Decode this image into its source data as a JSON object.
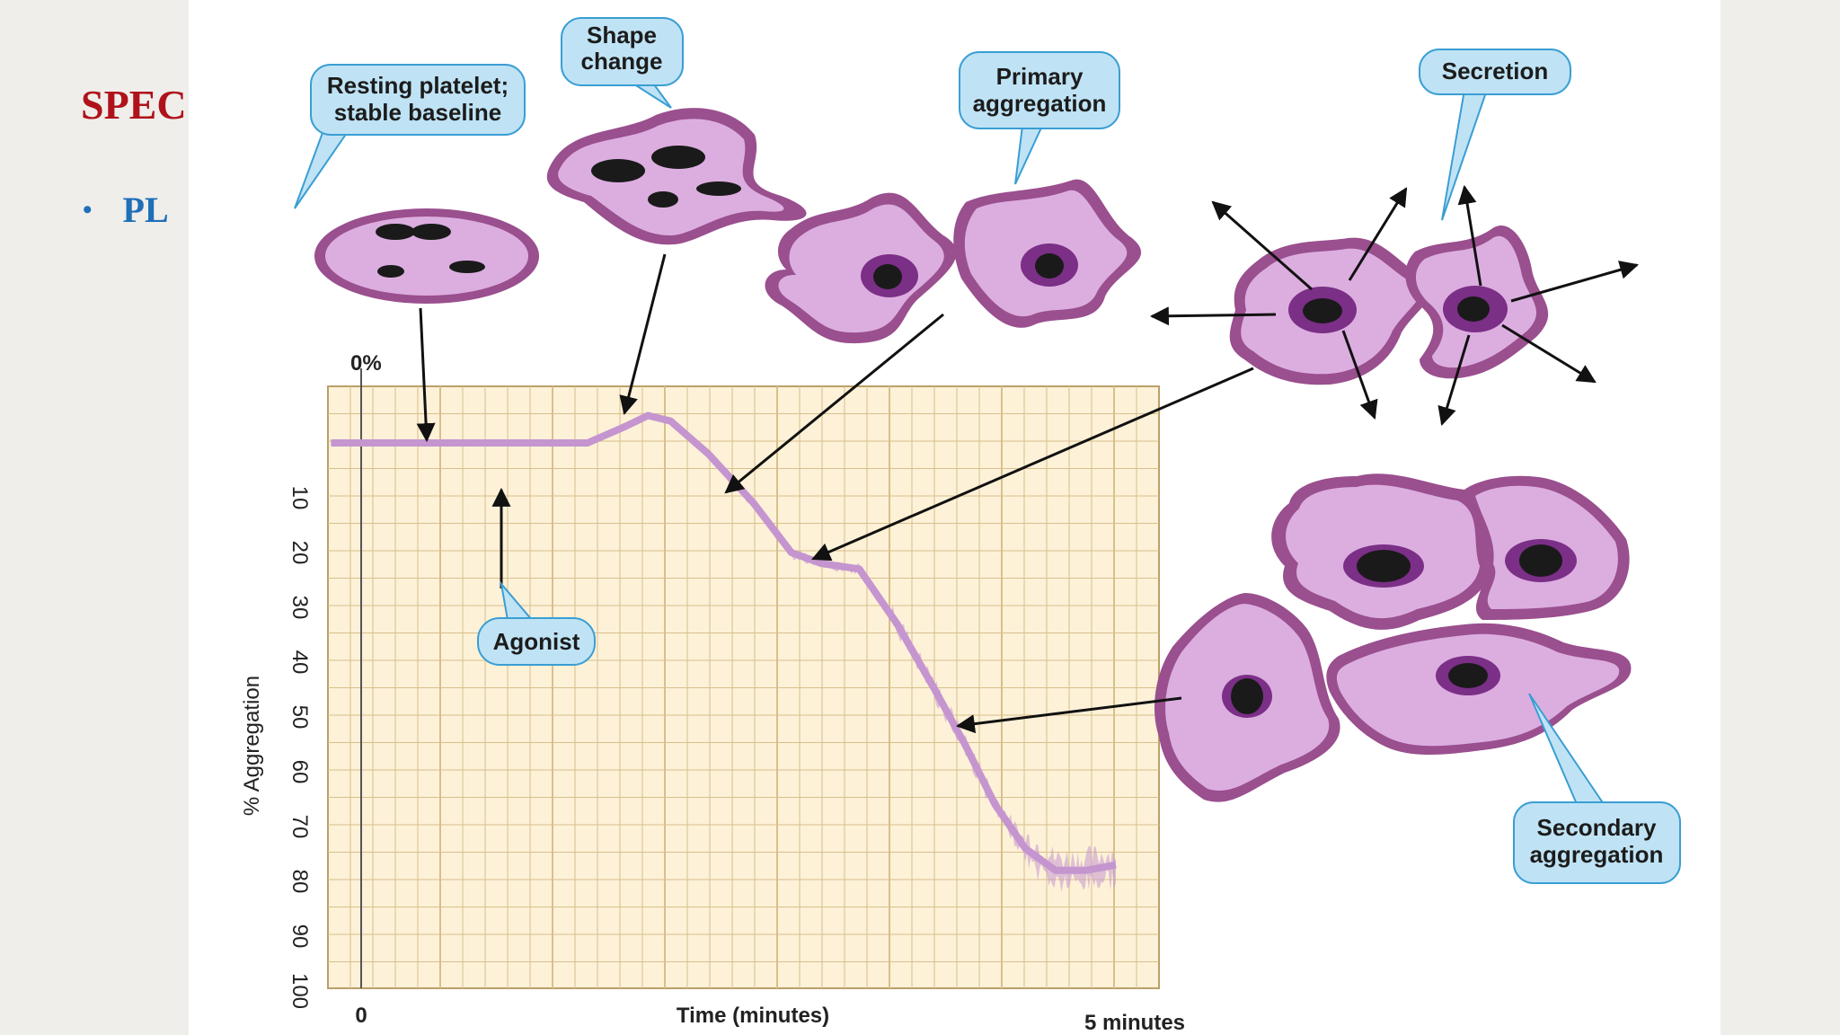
{
  "slide": {
    "title": "SPEC",
    "bullet": "PL"
  },
  "figure": {
    "callouts": {
      "resting": [
        "Resting platelet;",
        "stable baseline"
      ],
      "shape_change": [
        "Shape",
        "change"
      ],
      "primary": [
        "Primary",
        "aggregation"
      ],
      "secretion": [
        "Secretion"
      ],
      "agonist": [
        "Agonist"
      ],
      "secondary": [
        "Secondary",
        "aggregation"
      ]
    },
    "axis": {
      "top_label": "0%",
      "y_label": "% Aggregation",
      "x_label": "Time (minutes)",
      "x_start": "0",
      "x_end": "5 minutes",
      "y_ticks": [
        "10",
        "20",
        "30",
        "40",
        "50",
        "60",
        "70",
        "80",
        "90",
        "100"
      ]
    },
    "colors": {
      "grid_bg": "#fdf1d8",
      "grid_line": "#d8c08a",
      "trace": "#c495cf",
      "cell_fill": "#dcaee0",
      "cell_edge": "#9a4f8e",
      "nucleus": "#7b2f86",
      "callout_fill": "#bfe3f5",
      "callout_edge": "#3a9ed3"
    },
    "curve": {
      "x_range_minutes": [
        0,
        5.4
      ],
      "y_range_percent": [
        0,
        100
      ],
      "points": [
        [
          -0.2,
          0
        ],
        [
          0.5,
          0
        ],
        [
          1.2,
          0
        ],
        [
          1.5,
          0
        ],
        [
          1.75,
          -3
        ],
        [
          1.9,
          -5
        ],
        [
          2.05,
          -4
        ],
        [
          2.3,
          2
        ],
        [
          2.6,
          11
        ],
        [
          2.85,
          20
        ],
        [
          3.05,
          22
        ],
        [
          3.3,
          23
        ],
        [
          3.55,
          33
        ],
        [
          3.8,
          45
        ],
        [
          4.0,
          55
        ],
        [
          4.2,
          66
        ],
        [
          4.4,
          74
        ],
        [
          4.6,
          78
        ],
        [
          4.8,
          78
        ],
        [
          5.0,
          77
        ]
      ]
    }
  }
}
